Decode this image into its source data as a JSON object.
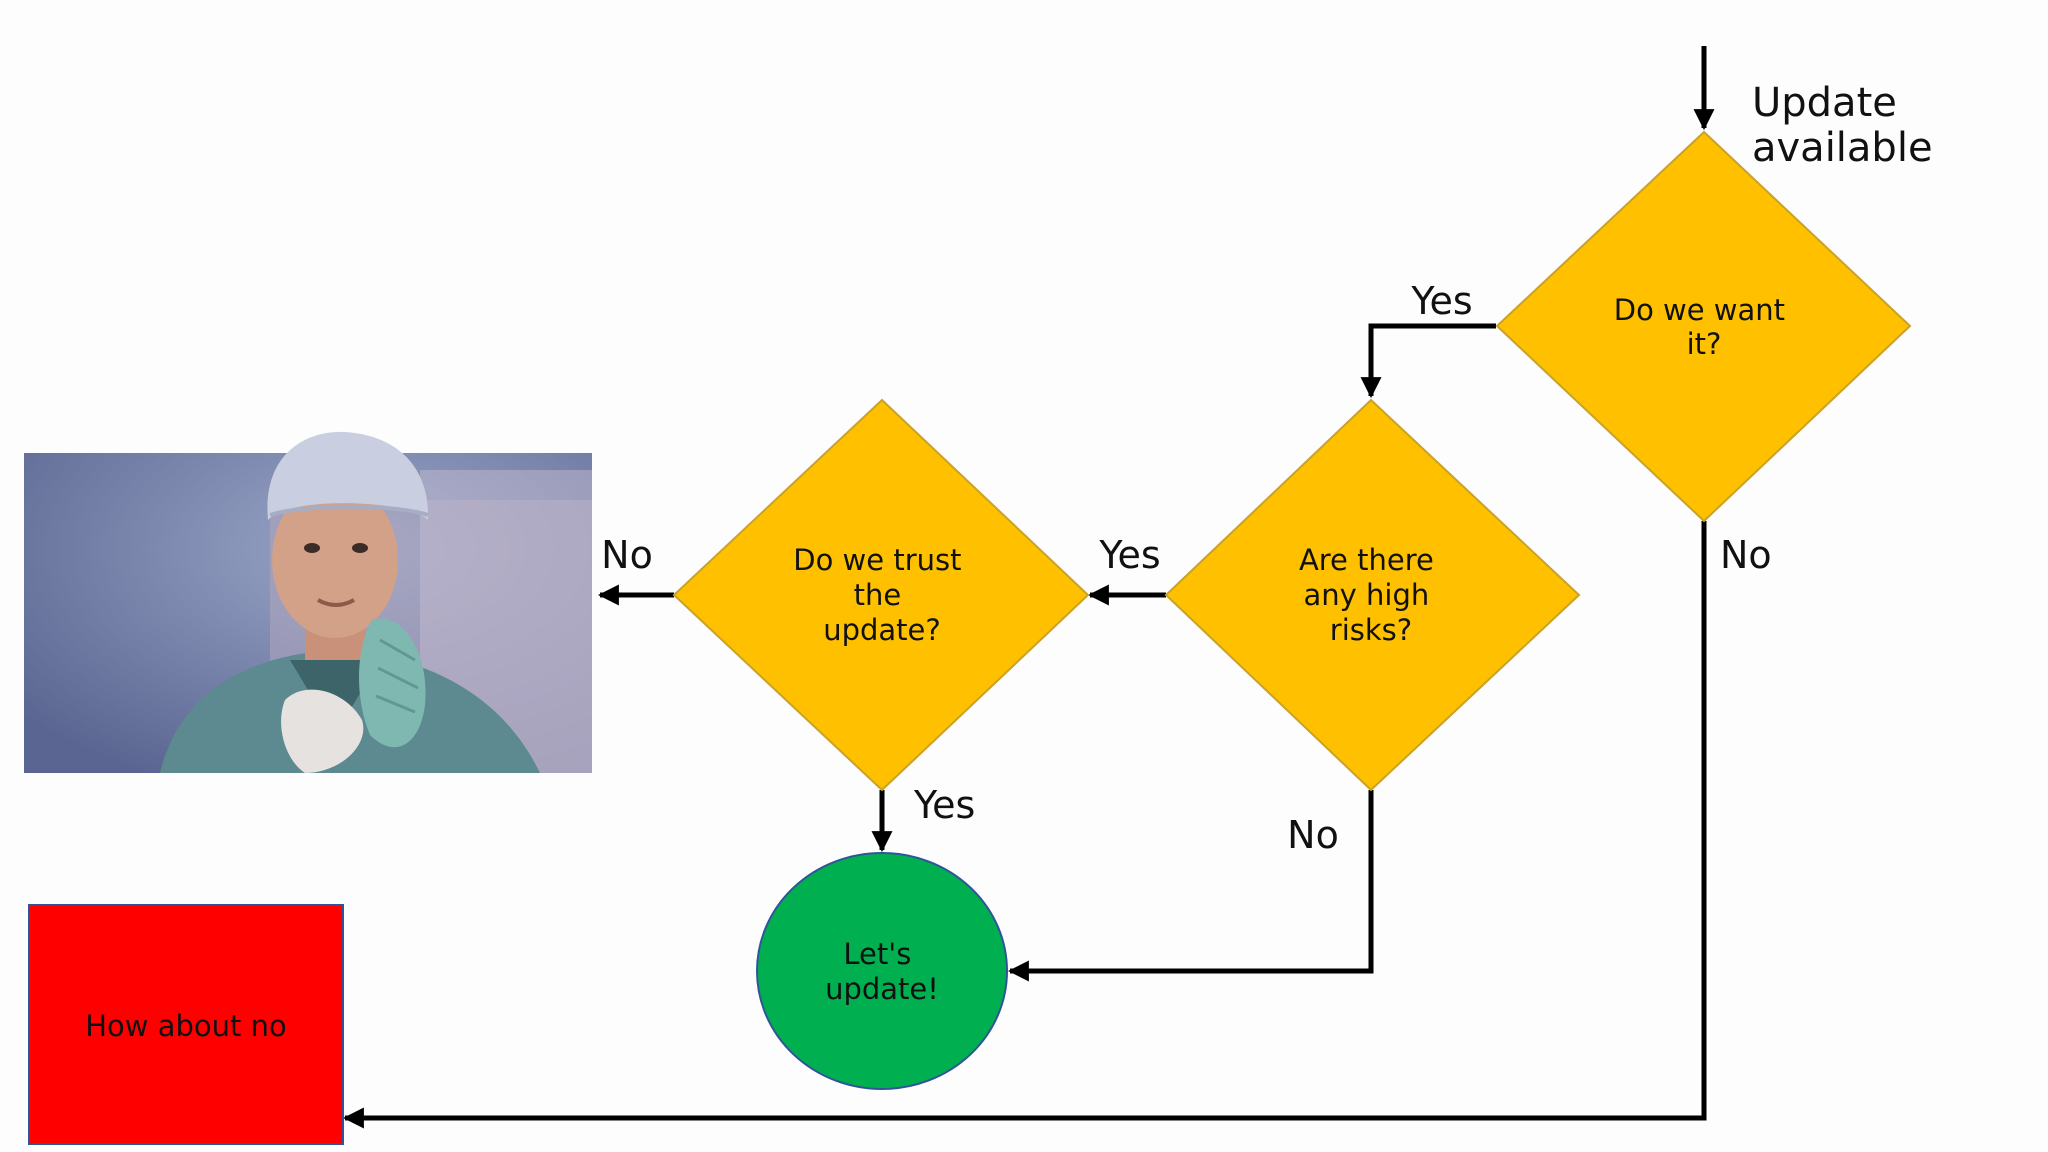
{
  "start": {
    "label_lines": [
      "Update",
      "available"
    ]
  },
  "nodes": {
    "want": {
      "label_lines": [
        "Do we want",
        "it?"
      ],
      "color": "#FFC000"
    },
    "risks": {
      "label_lines": [
        "Are there",
        "any high",
        "risks?"
      ],
      "color": "#FFC000"
    },
    "trust": {
      "label_lines": [
        "Do we trust",
        "the",
        "update?"
      ],
      "color": "#FFC000"
    },
    "update": {
      "label_lines": [
        "Let's",
        "update!"
      ],
      "color": "#00B050"
    },
    "no_box": {
      "label": "How about no",
      "color": "#FF0000"
    }
  },
  "edges": {
    "want_yes": "Yes",
    "want_no": "No",
    "risks_yes": "Yes",
    "risks_no": "No",
    "trust_no": "No",
    "trust_yes": "Yes"
  },
  "image": {
    "icon": "surgeon-reaction-photo"
  },
  "colors": {
    "line": "#000000",
    "diamond_border": "#C9A227",
    "circle_border": "#2F5597",
    "box_border": "#2F5597"
  }
}
